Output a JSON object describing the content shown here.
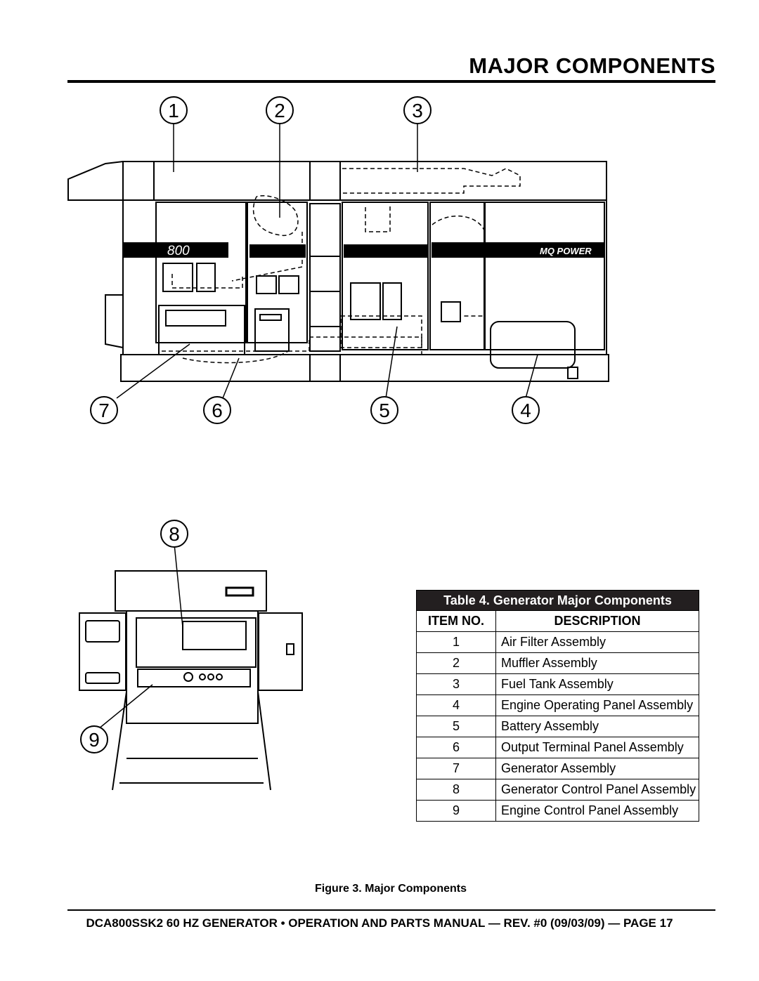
{
  "page": {
    "title": "MAJOR COMPONENTS",
    "figure_caption": "Figure 3. Major Components",
    "footer": "DCA800SSK2 60 HZ GENERATOR • OPERATION AND PARTS MANUAL — REV. #0 (09/03/09) — PAGE 17"
  },
  "figure": {
    "callouts": [
      "1",
      "2",
      "3",
      "4",
      "5",
      "6",
      "7",
      "8",
      "9"
    ],
    "model_badge": "800",
    "brand_badge": "MQ POWER"
  },
  "table": {
    "caption": "Table 4. Generator Major Components",
    "headers": [
      "ITEM NO.",
      "DESCRIPTION"
    ],
    "rows": [
      {
        "item": "1",
        "desc": "Air Filter Assembly"
      },
      {
        "item": "2",
        "desc": "Muffler Assembly"
      },
      {
        "item": "3",
        "desc": "Fuel Tank Assembly"
      },
      {
        "item": "4",
        "desc": "Engine Operating Panel Assembly"
      },
      {
        "item": "5",
        "desc": "Battery Assembly"
      },
      {
        "item": "6",
        "desc": "Output Terminal Panel Assembly"
      },
      {
        "item": "7",
        "desc": "Generator Assembly"
      },
      {
        "item": "8",
        "desc": "Generator Control Panel Assembly"
      },
      {
        "item": "9",
        "desc": "Engine Control Panel Assembly"
      }
    ]
  }
}
